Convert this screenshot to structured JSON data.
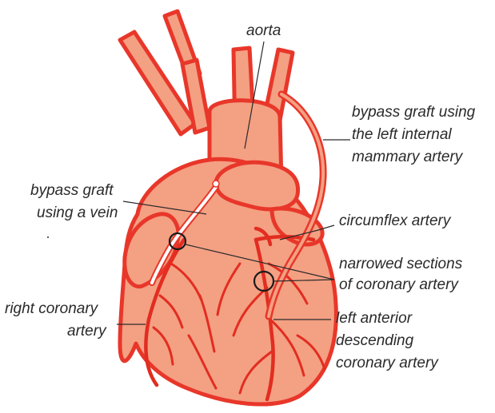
{
  "labels": {
    "aorta": "aorta",
    "bypass_mammary": [
      "bypass graft using",
      "the left internal",
      "mammary artery"
    ],
    "bypass_vein": [
      "bypass graft",
      "using a vein"
    ],
    "circumflex": "circumflex artery",
    "narrowed": [
      "narrowed sections",
      "of coronary artery"
    ],
    "right_coronary": [
      "right coronary",
      "artery"
    ],
    "lad": [
      "left anterior",
      "descending",
      "coronary artery"
    ]
  },
  "colors": {
    "heart_fill": "#f4a083",
    "heart_outline": "#e8372a",
    "artery": "#e22d20",
    "graft_vein": "#ffffff",
    "leader_lines": "#2a2a2a"
  }
}
